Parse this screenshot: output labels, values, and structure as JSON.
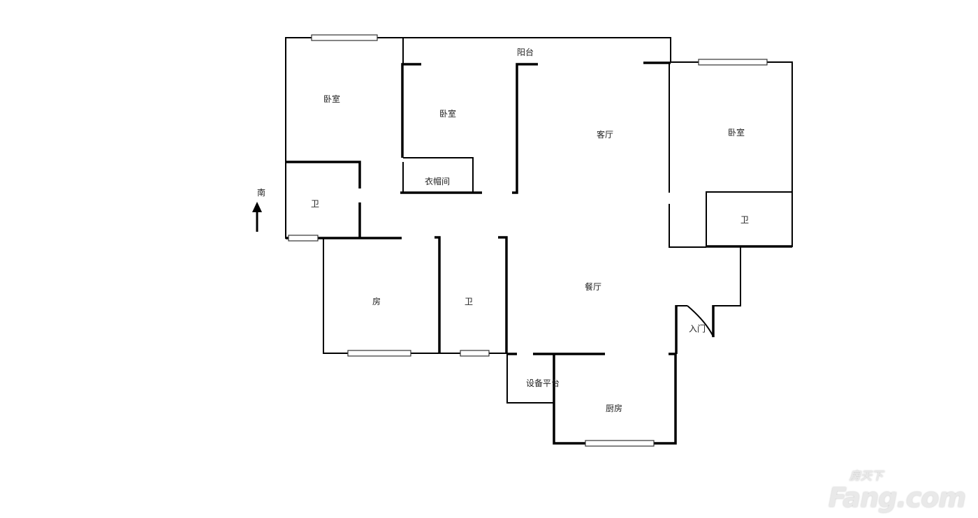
{
  "rooms": {
    "balcony": "阳台",
    "bedroom_nw": "卧室",
    "bedroom_n": "卧室",
    "living_room": "客厅",
    "bedroom_ne": "卧室",
    "cloakroom": "衣帽间",
    "bath_w": "卫",
    "bath_e": "卫",
    "room_sw": "房",
    "bath_s": "卫",
    "dining_room": "餐厅",
    "entrance": "入门",
    "equipment_platform": "设备平台",
    "kitchen": "厨房"
  },
  "compass": {
    "label": "南"
  },
  "watermark": {
    "brand": "Fang.com",
    "chinese": "房天下"
  }
}
